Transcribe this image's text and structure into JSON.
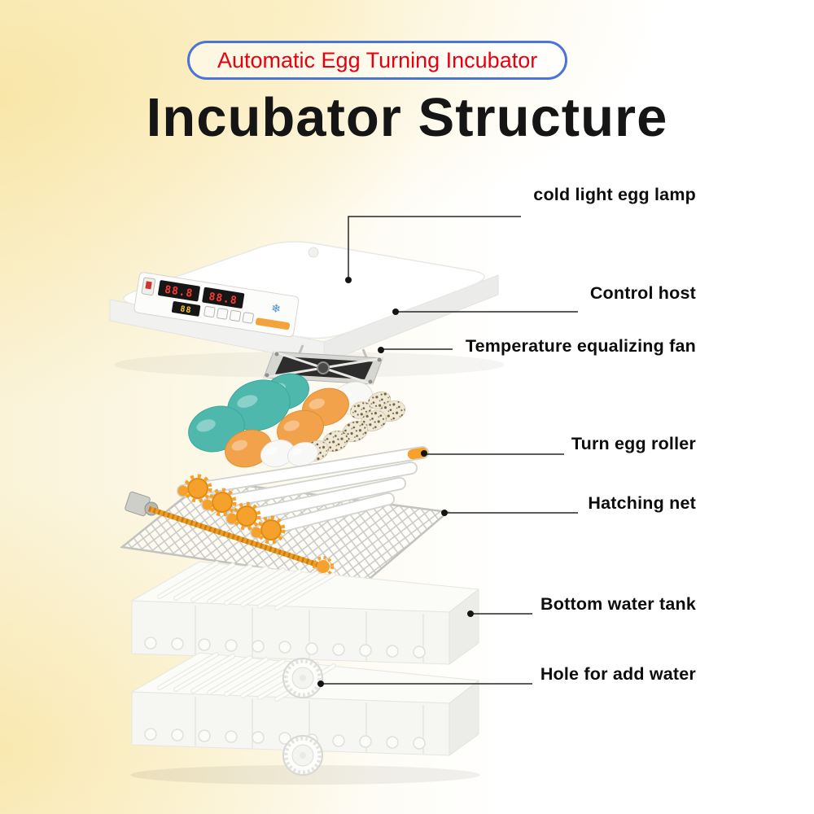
{
  "badge": {
    "text": "Automatic Egg Turning Incubator",
    "text_color": "#e60012",
    "border_color": "#4a74d6"
  },
  "title": {
    "text": "Incubator Structure"
  },
  "callouts": [
    {
      "id": "cold-light-egg-lamp",
      "text": "cold light egg lamp"
    },
    {
      "id": "control-host",
      "text": "Control host"
    },
    {
      "id": "temperature-equalizing-fan",
      "text": "Temperature equalizing fan"
    },
    {
      "id": "turn-egg-roller",
      "text": "Turn egg roller"
    },
    {
      "id": "hatching-net",
      "text": "Hatching net"
    },
    {
      "id": "bottom-water-tank",
      "text": "Bottom water tank"
    },
    {
      "id": "hole-for-add-water",
      "text": "Hole for add water"
    }
  ],
  "panel": {
    "display_left": "88.8",
    "display_right": "88.8",
    "display_small": "88"
  },
  "colors": {
    "egg_teal": "#4fb8ac",
    "egg_orange": "#f2a24a",
    "roller_orange": "#f6a12b",
    "callout_line": "#262626",
    "badge_border": "#4a74d6",
    "badge_text": "#e60012"
  }
}
